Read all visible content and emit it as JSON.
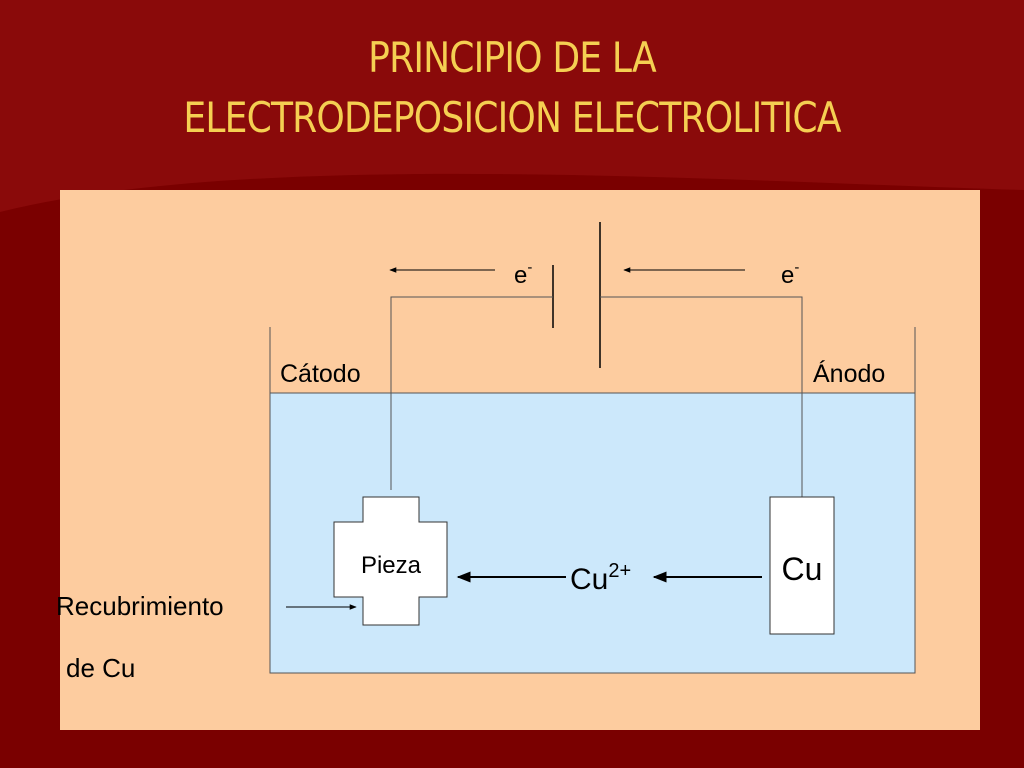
{
  "slide": {
    "title_line1": "PRINCIPIO DE LA",
    "title_line2": "ELECTRODEPOSICION ELECTROLITICA"
  },
  "diagram": {
    "electron_left": "e",
    "electron_right": "e",
    "electron_charge": "-",
    "cathode_label": "Cátodo",
    "anode_label": "Ánodo",
    "part_label": "Pieza",
    "anode_metal_label": "Cu",
    "ion_base": "Cu",
    "ion_charge": "2+",
    "coating_line1": "Recubrimiento",
    "coating_line2": "de Cu"
  },
  "colors": {
    "background": "#7a0000",
    "title": "#f5cf52",
    "panel": "#fdcc9f",
    "electrolyte": "#cce8fb"
  }
}
